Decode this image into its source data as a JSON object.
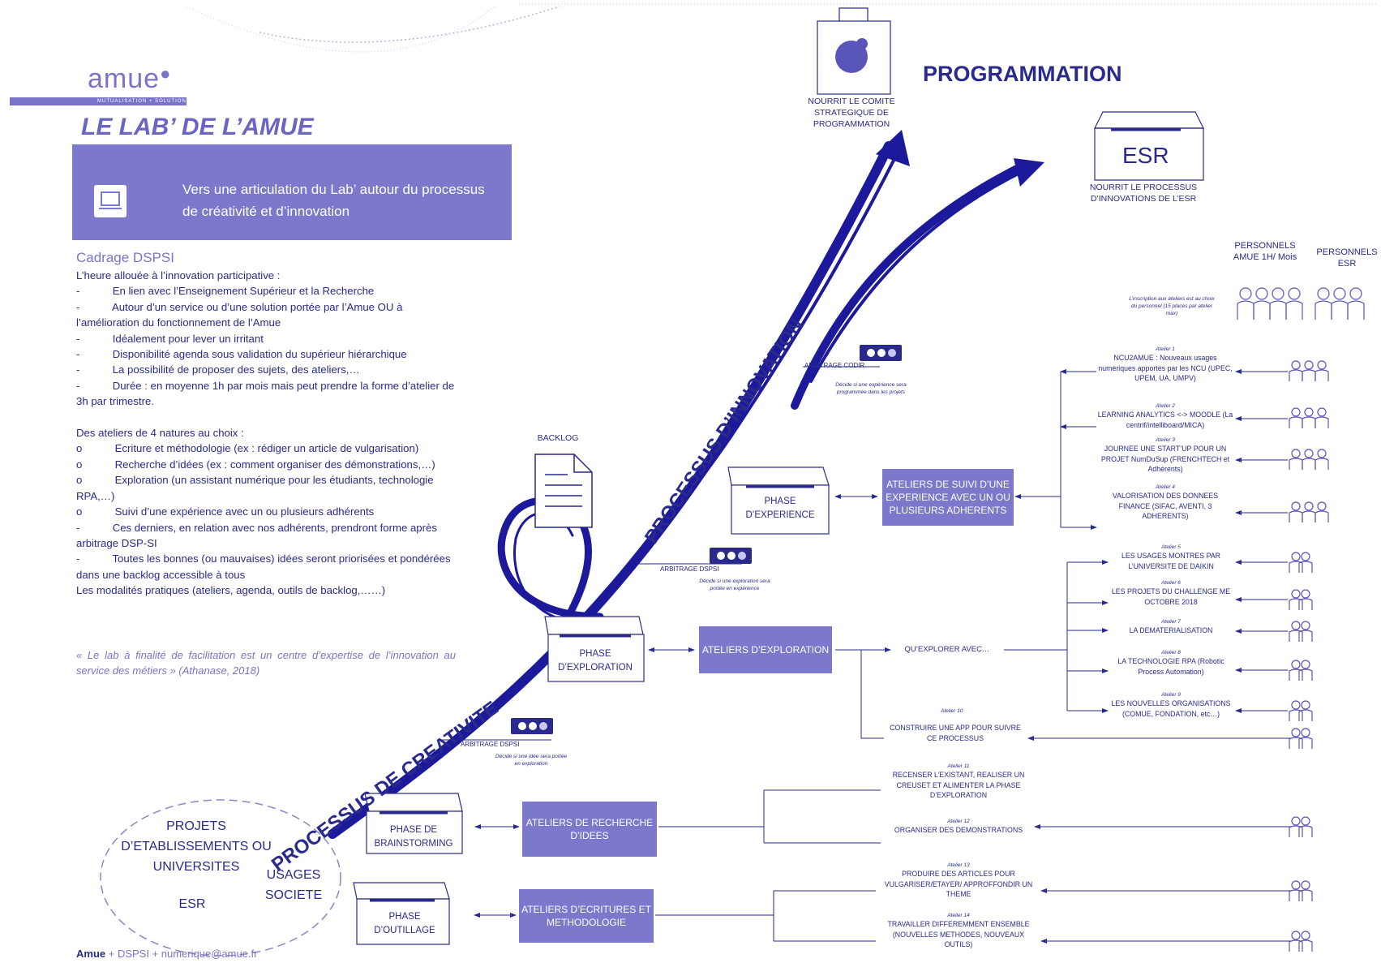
{
  "header": {
    "logo": "amue",
    "logo_sub": "MUTUALISATION + SOLUTIONS",
    "title": "LE LAB’ DE L’AMUE",
    "banner_text": "Vers une articulation du Lab’ autour du processus de créativité et d’innovation",
    "banner_icon": "laptop-icon"
  },
  "left": {
    "cadrage": "Cadrage DSPSI",
    "lines": [
      "L’heure allouée à l’innovation participative :",
      "-           En lien avec l’Enseignement Supérieur et la Recherche",
      "-           Autour d’un service ou d’une solution portée par l’Amue OU à l’amélioration du fonctionnement de l’Amue",
      "-           Idéalement pour lever un irritant",
      "-           Disponibilité agenda sous validation du supérieur hiérarchique",
      "-           La possibilité de proposer des sujets, des ateliers,…",
      "-           Durée : en moyenne 1h par mois mais peut prendre la forme d’atelier de 3h par trimestre.",
      " ",
      "Des ateliers de 4 natures au choix :",
      "o           Ecriture et méthodologie (ex : rédiger un article de vulgarisation)",
      "o           Recherche d’idées (ex : comment organiser des démonstrations,…)",
      "o           Exploration (un assistant numérique pour les étudiants, technologie RPA,…)",
      "o           Suivi d’une expérience avec un ou plusieurs adhérents",
      "-           Ces derniers, en relation avec nos adhérents, prendront forme après arbitrage DSP-SI",
      "-           Toutes les bonnes (ou mauvaises) idées seront priorisées et pondérées dans une backlog accessible à tous",
      "Les modalités pratiques (ateliers, agenda, outils de backlog,……)"
    ],
    "quote": "« Le lab à finalité de facilitation est un centre d’expertise de l’innovation au service des métiers » (Athanase, 2018)",
    "footer_bold": "Amue",
    "footer_rest": " + DSPSI + numerique@amue.fr"
  },
  "top": {
    "programmation": "PROGRAMMATION",
    "comite": "NOURRIT LE COMITE STRATEGIQUE DE PROGRAMMATION",
    "esr_box": "ESR",
    "esr_caption": "NOURRIT LE PROCESSUS D’INNOVATIONS DE L’ESR"
  },
  "flow": {
    "processus_innovation": "PROCESSUS D’INNOVATION",
    "processus_creativite": "PROCESSUS DE CREATIVITE",
    "backlog": "BACKLOG",
    "arbitrage_codir": "ARBITRAGE CODIR",
    "arbitrage_codir_note": "Décide si une expérience sera programmée dans les projets",
    "arbitrage_dspsi_1": "ARBITRAGE DSPSI",
    "arbitrage_dspsi_1_note": "Décide si une exploration sera portée en expérience",
    "arbitrage_dspsi_2": "ARBITRAGE DSPSI",
    "arbitrage_dspsi_2_note": "Décide si une idée sera portée en exploration",
    "phase_experience": "PHASE D’EXPERIENCE",
    "phase_exploration": "PHASE D’EXPLORATION",
    "phase_brainstorming": "PHASE DE BRAINSTORMING",
    "phase_outillage": "PHASE D’OUTILLAGE"
  },
  "sources": {
    "projets": "PROJETS D’ETABLISSEMENTS OU UNIVERSITES",
    "esr": "ESR",
    "usages": "USAGES SOCIETE"
  },
  "ateliers_boxes": {
    "suivi": "ATELIERS DE SUIVI D’UNE EXPERIENCE AVEC UN OU PLUSIEURS ADHERENTS",
    "exploration": "ATELIERS D’EXPLORATION",
    "recherche": "ATELIERS DE RECHERCHE D’IDEES",
    "ecritures": "ATELIERS D’ECRITURES ET METHODOLOGIE"
  },
  "right": {
    "personnels_amue": "PERSONNELS AMUE 1H/ Mois",
    "personnels_esr": "PERSONNELS ESR",
    "inscription_note": "L’inscription aux ateliers est au choix du personnel (15 places par atelier max)",
    "qu_explorer": "QU’EXPLORER AVEC…",
    "ateliers": [
      {
        "num": "Atelier 1",
        "text": "NCU2AMUE : Nouveaux usages numériques apportés par les NCU (UPEC, UPEM, UA, UMPV)"
      },
      {
        "num": "Atelier 2",
        "text": "LEARNING ANALYTICS <-> MOODLE (La centrif/intelliboard/MICA)"
      },
      {
        "num": "Atelier 3",
        "text": "JOURNEE UNE START’UP POUR UN PROJET NumDuSup (FRENCHTECH et Adhérents)"
      },
      {
        "num": "Atelier 4",
        "text": "VALORISATION DES DONNEES FINANCE (SIFAC, AVENTI, 3 ADHERENTS)"
      },
      {
        "num": "Atelier 5",
        "text": "LES USAGES MONTRES PAR L’UNIVERSITE DE DAIKIN"
      },
      {
        "num": "Atelier 6",
        "text": "LES PROJETS DU CHALLENGE ME OCTOBRE 2018"
      },
      {
        "num": "Atelier 7",
        "text": "LA DEMATERIALISATION"
      },
      {
        "num": "Atelier 8",
        "text": "LA TECHNOLOGIE RPA (Robotic Process Automation)"
      },
      {
        "num": "Atelier 9",
        "text": "LES NOUVELLES ORGANISATIONS (COMUE, FONDATION, etc…)"
      },
      {
        "num": "Atelier 10",
        "text": "CONSTRUIRE UNE APP POUR SUIVRE CE PROCESSUS"
      },
      {
        "num": "Atelier 11",
        "text": "RECENSER L’EXISTANT, REALISER UN CREUSET ET ALIMENTER LA PHASE D’EXPLORATION"
      },
      {
        "num": "Atelier 12",
        "text": "ORGANISER DES DEMONSTRATIONS"
      },
      {
        "num": "Atelier 13",
        "text": "PRODUIRE DES ARTICLES POUR VULGARISER/ETAYER/ APPROFFONDIR UN THEME"
      },
      {
        "num": "Atelier 14",
        "text": "TRAVAILLER DIFFEREMMENT ENSEMBLE (NOUVELLES METHODES, NOUVEAUX OUTILS)"
      }
    ]
  },
  "colors": {
    "accent": "#7c78cc",
    "ink": "#2a2a8c",
    "arrow": "#1c1a9a"
  }
}
